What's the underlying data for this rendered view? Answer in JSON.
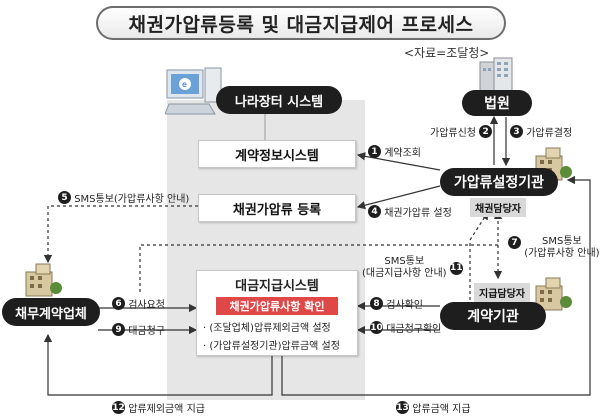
{
  "title": "채권가압류등록 및 대금지급제어 프로세스",
  "source": "<자료=조달청>",
  "nodes": {
    "narajangteo": "나라장터 시스템",
    "court": "법원",
    "seizure_agency": "가압류설정기관",
    "seizure_officer": "채권담당자",
    "debtor": "채무계약업체",
    "contract_agency": "계약기관",
    "payment_officer": "지급담당자"
  },
  "systems": {
    "contract_info": "계약정보시스템",
    "seizure_register": "채권가압류 등록",
    "payment_system": {
      "title": "대금지급시스템",
      "highlight": "채권가압류사항 확인",
      "lines": [
        "· (조달업체)압류제외금액 설정",
        "· (가압류설정기관)압류금액 설정"
      ]
    }
  },
  "steps": [
    {
      "n": "1",
      "label": "계약조회"
    },
    {
      "n": "2",
      "label": "가압류신청"
    },
    {
      "n": "3",
      "label": "가압류결정"
    },
    {
      "n": "4",
      "label": "채권가압류 설정"
    },
    {
      "n": "5",
      "label": "SMS통보(가압류사항 안내)"
    },
    {
      "n": "6",
      "label": "검사요청"
    },
    {
      "n": "7",
      "label": "SMS통보",
      "label2": "(가압류사항 안내)"
    },
    {
      "n": "8",
      "label": "검사확인"
    },
    {
      "n": "9",
      "label": "대금청구"
    },
    {
      "n": "10",
      "label": "대금청구확인"
    },
    {
      "n": "11",
      "label": "SMS통보",
      "label2": "(대금지급사항 안내)"
    },
    {
      "n": "12",
      "label": "압류제외금액 지급"
    },
    {
      "n": "13",
      "label": "압류금액 지급"
    }
  ],
  "colors": {
    "dark": "#1e1e1e",
    "panel": "#e6e6e6",
    "highlight": "#e04848",
    "arrow": "#333333"
  }
}
